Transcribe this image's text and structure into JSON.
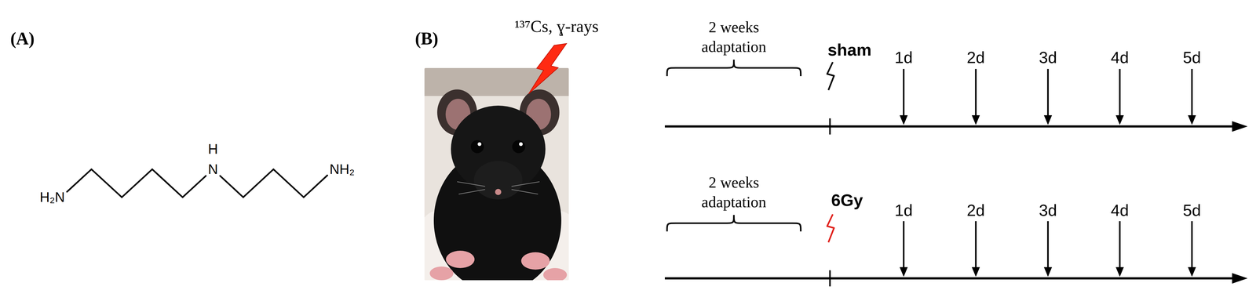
{
  "diagram": {
    "labels": [
      "(A)",
      "H₂N",
      "H",
      "N",
      "NH₂",
      "(B)",
      "¹³⁷Cs, ɣ-rays",
      "2 weeks adaptation",
      "sham",
      "1d",
      "2d",
      "3d",
      "4d",
      "5d",
      "2 weeks adaptation",
      "6Gy",
      "1d",
      "2d",
      "3d",
      "4d",
      "5d"
    ]
  }
}
